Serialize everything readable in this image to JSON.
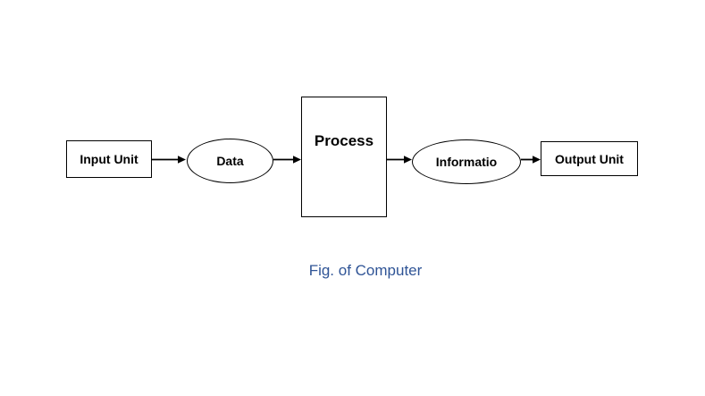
{
  "diagram": {
    "caption": "Fig. of Computer",
    "caption_color": "#2F5496",
    "stroke_color": "#000000",
    "background_color": "#ffffff",
    "nodes": [
      {
        "id": "input-unit",
        "shape": "rectangle",
        "label": "Input Unit"
      },
      {
        "id": "data",
        "shape": "ellipse",
        "label": "Data"
      },
      {
        "id": "process",
        "shape": "rectangle",
        "label": "Process"
      },
      {
        "id": "information",
        "shape": "ellipse",
        "label": "Informatio"
      },
      {
        "id": "output-unit",
        "shape": "rectangle",
        "label": "Output Unit"
      }
    ],
    "edges": [
      {
        "from": "input-unit",
        "to": "data",
        "type": "arrow"
      },
      {
        "from": "data",
        "to": "process",
        "type": "arrow"
      },
      {
        "from": "process",
        "to": "information",
        "type": "arrow"
      },
      {
        "from": "information",
        "to": "output-unit",
        "type": "arrow"
      }
    ]
  }
}
